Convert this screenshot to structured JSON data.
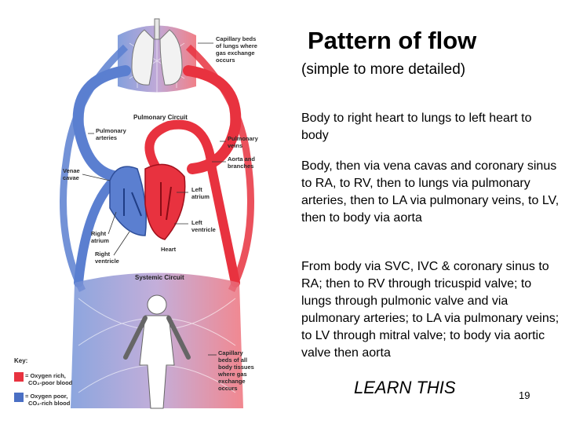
{
  "slide": {
    "title": "Pattern of flow",
    "subtitle": "(simple to more detailed)",
    "paragraphs": [
      "Body to right heart to lungs to left heart to body",
      "Body, then via vena cavas and coronary sinus to RA, to RV, then to lungs via pulmonary arteries, then to LA via pulmonary veins, to LV, then to body via aorta",
      "From body via SVC, IVC & coronary sinus to RA; then to RV through tricuspid valve; to lungs through pulmonic valve and via pulmonary arteries; to LA via pulmonary veins; to LV through mitral valve; to body via aortic valve then aorta"
    ],
    "footer_note": "LEARN THIS",
    "page_number": "19"
  },
  "diagram": {
    "labels": {
      "capillary_lungs": [
        "Capillary beds",
        "of lungs where",
        "gas exchange",
        "occurs"
      ],
      "pulmonary_circuit": "Pulmonary Circuit",
      "pulmonary_arteries": [
        "Pulmonary",
        "arteries"
      ],
      "pulmonary_veins": [
        "Pulmonary",
        "veins"
      ],
      "aorta_branches": [
        "Aorta and",
        "branches"
      ],
      "venae_cavae": [
        "Venae",
        "cavae"
      ],
      "left_atrium": [
        "Left",
        "atrium"
      ],
      "left_ventricle": [
        "Left",
        "ventricle"
      ],
      "right_atrium": [
        "Right",
        "atrium"
      ],
      "right_ventricle": [
        "Right",
        "ventricle"
      ],
      "heart": "Heart",
      "systemic_circuit": "Systemic Circuit",
      "capillary_body": [
        "Capillary",
        "beds of all",
        "body tissues",
        "where gas",
        "exchange",
        "occurs"
      ]
    },
    "key": {
      "title": "Key:",
      "oxygen_rich": [
        "= Oxygen rich,",
        "CO₂-poor blood"
      ],
      "oxygen_poor": [
        "= Oxygen poor,",
        "CO₂-rich blood"
      ]
    },
    "colors": {
      "oxygen_rich": "#e8323f",
      "oxygen_poor": "#4a6fc4",
      "capillary": "#9a7fb8"
    }
  }
}
